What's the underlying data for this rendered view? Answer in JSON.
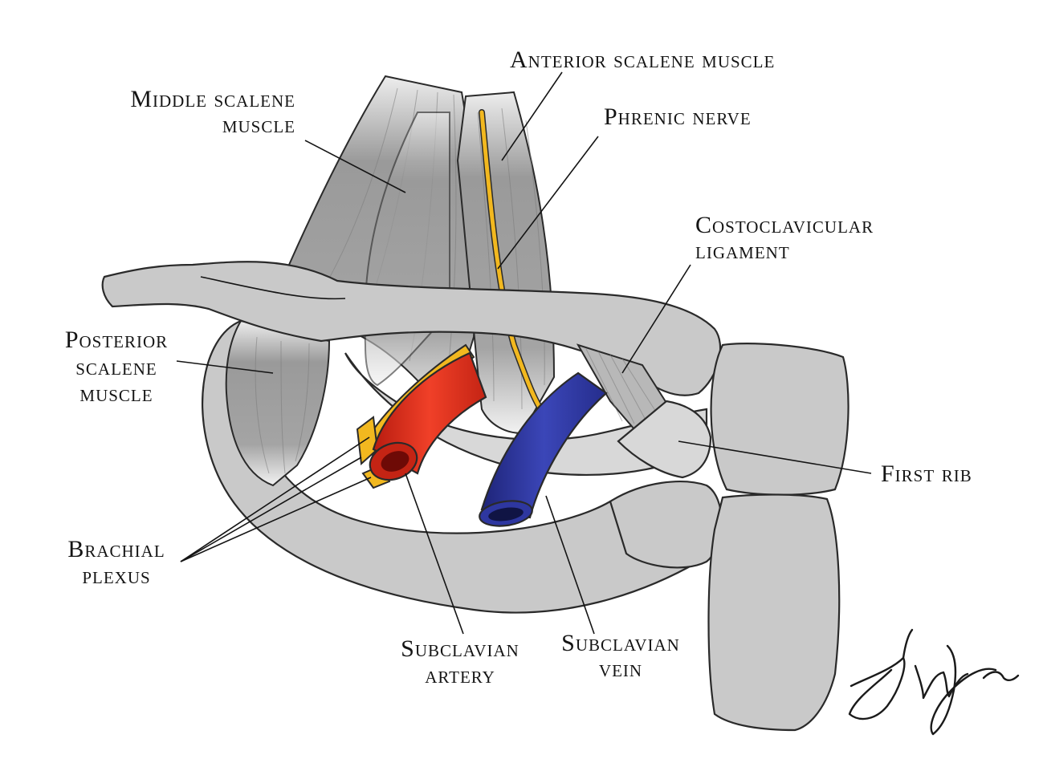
{
  "labels": {
    "anterior_scalene": "Anterior scalene muscle",
    "middle_scalene_1": "Middle scalene",
    "middle_scalene_2": "muscle",
    "phrenic_nerve": "Phrenic nerve",
    "costoclavicular_1": "Costoclavicular",
    "costoclavicular_2": "ligament",
    "posterior_scalene_1": "Posterior",
    "posterior_scalene_2": "scalene",
    "posterior_scalene_3": "muscle",
    "first_rib": "First rib",
    "brachial_plexus_1": "Brachial",
    "brachial_plexus_2": "plexus",
    "subclavian_artery_1": "Subclavian",
    "subclavian_artery_2": "artery",
    "subclavian_vein_1": "Subclavian",
    "subclavian_vein_2": "vein"
  },
  "colors": {
    "bone": "#c9c9c9",
    "muscle": "#a8a8a8",
    "artery": "#e0301e",
    "vein": "#2e37a0",
    "nerve": "#f2b81f",
    "ink": "#141414"
  }
}
